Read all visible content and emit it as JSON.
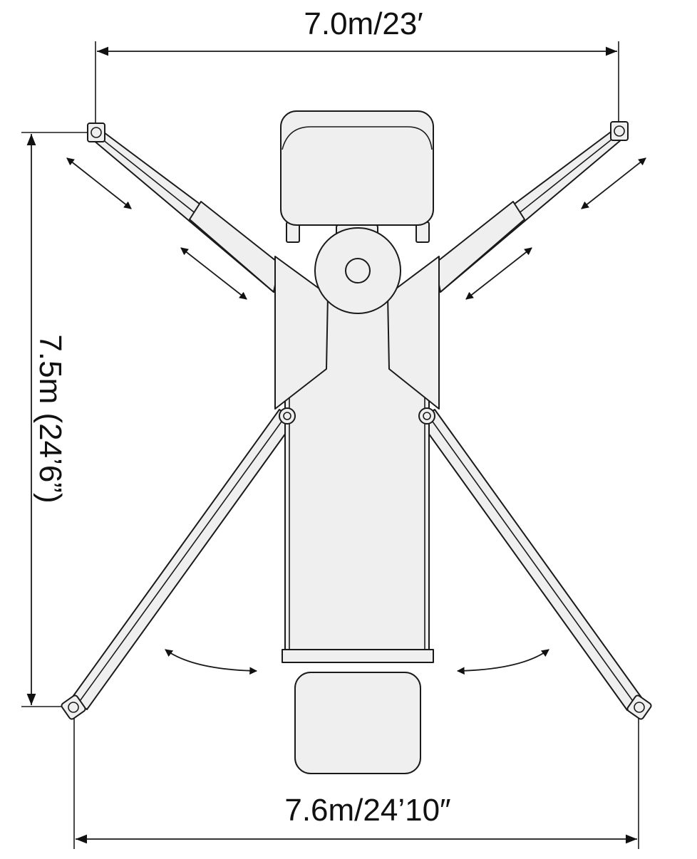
{
  "dimensions": {
    "top_width": "7.0m/23′",
    "side_length": "7.5m (24’6”)",
    "bottom_width": "7.6m/24’10″"
  },
  "colors": {
    "line": "#1a1a1a",
    "fill": "#efefef",
    "background": "#ffffff"
  }
}
